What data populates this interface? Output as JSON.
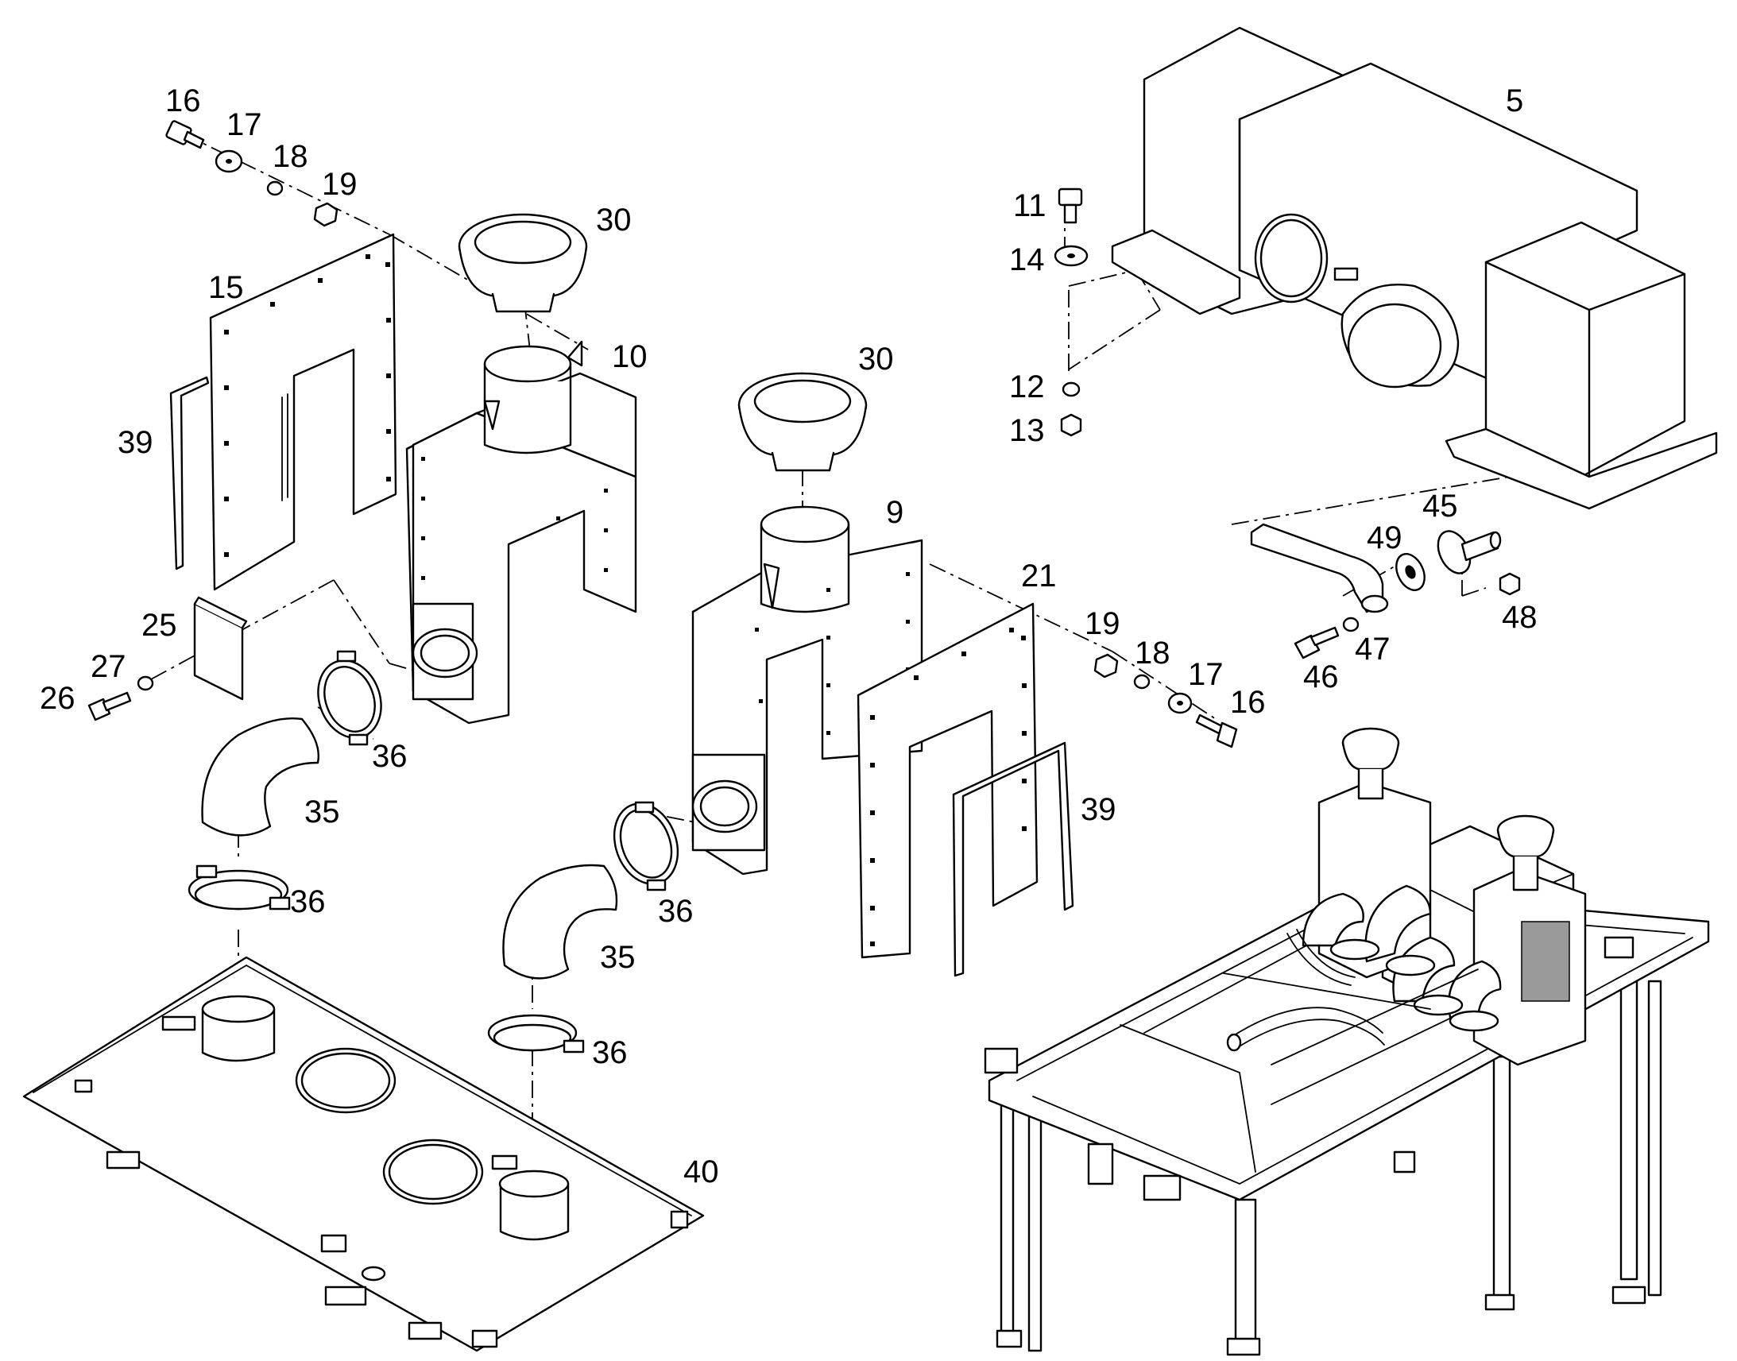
{
  "callouts": [
    {
      "id": "c16a",
      "text": "16"
    },
    {
      "id": "c17a",
      "text": "17"
    },
    {
      "id": "c18a",
      "text": "18"
    },
    {
      "id": "c19a",
      "text": "19"
    },
    {
      "id": "c30a",
      "text": "30"
    },
    {
      "id": "c15",
      "text": "15"
    },
    {
      "id": "c10",
      "text": "10"
    },
    {
      "id": "c39a",
      "text": "39"
    },
    {
      "id": "c30b",
      "text": "30"
    },
    {
      "id": "c9",
      "text": "9"
    },
    {
      "id": "c21",
      "text": "21"
    },
    {
      "id": "c25",
      "text": "25"
    },
    {
      "id": "c27",
      "text": "27"
    },
    {
      "id": "c26",
      "text": "26"
    },
    {
      "id": "c36a",
      "text": "36"
    },
    {
      "id": "c35a",
      "text": "35"
    },
    {
      "id": "c36b",
      "text": "36"
    },
    {
      "id": "c19b",
      "text": "19"
    },
    {
      "id": "c18b",
      "text": "18"
    },
    {
      "id": "c17b",
      "text": "17"
    },
    {
      "id": "c16b",
      "text": "16"
    },
    {
      "id": "c39b",
      "text": "39"
    },
    {
      "id": "c36c",
      "text": "36"
    },
    {
      "id": "c35b",
      "text": "35"
    },
    {
      "id": "c36d",
      "text": "36"
    },
    {
      "id": "c40",
      "text": "40"
    },
    {
      "id": "c5",
      "text": "5"
    },
    {
      "id": "c11",
      "text": "11"
    },
    {
      "id": "c14",
      "text": "14"
    },
    {
      "id": "c12",
      "text": "12"
    },
    {
      "id": "c13",
      "text": "13"
    },
    {
      "id": "c49",
      "text": "49"
    },
    {
      "id": "c45",
      "text": "45"
    },
    {
      "id": "c47",
      "text": "47"
    },
    {
      "id": "c46",
      "text": "46"
    },
    {
      "id": "c48",
      "text": "48"
    }
  ]
}
